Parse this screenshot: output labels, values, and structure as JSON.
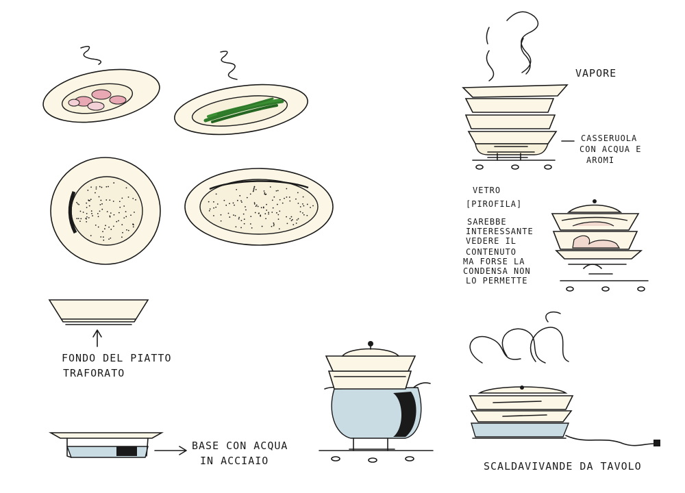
{
  "labels": {
    "vapore": "VAPORE",
    "casseruola_1": "CASSERUOLA",
    "casseruola_2": "CON ACQUA E",
    "casseruola_3": "AROMI",
    "vetro": "VETRO",
    "pirofila": "[PIROFILA]",
    "note_1": "SAREBBE",
    "note_2": "INTERESSANTE",
    "note_3": "VEDERE IL",
    "note_4": "CONTENUTO",
    "note_5": "MA FORSE LA",
    "note_6": "CONDENSA NON",
    "note_7": "LO PERMETTE",
    "fondo_1": "FONDO DEL PIATTO",
    "fondo_2": "TRAFORATO",
    "base_1": "BASE CON ACQUA",
    "base_2": "IN ACCIAIO",
    "scaldavivande": "SCALDAVIVANDE DA TAVOLO"
  },
  "colors": {
    "cream": "#fbf6e6",
    "water": "#c9dce4",
    "green": "#2f7a2a",
    "pink": "#e8a9b4",
    "ink": "#1a1a1a"
  }
}
